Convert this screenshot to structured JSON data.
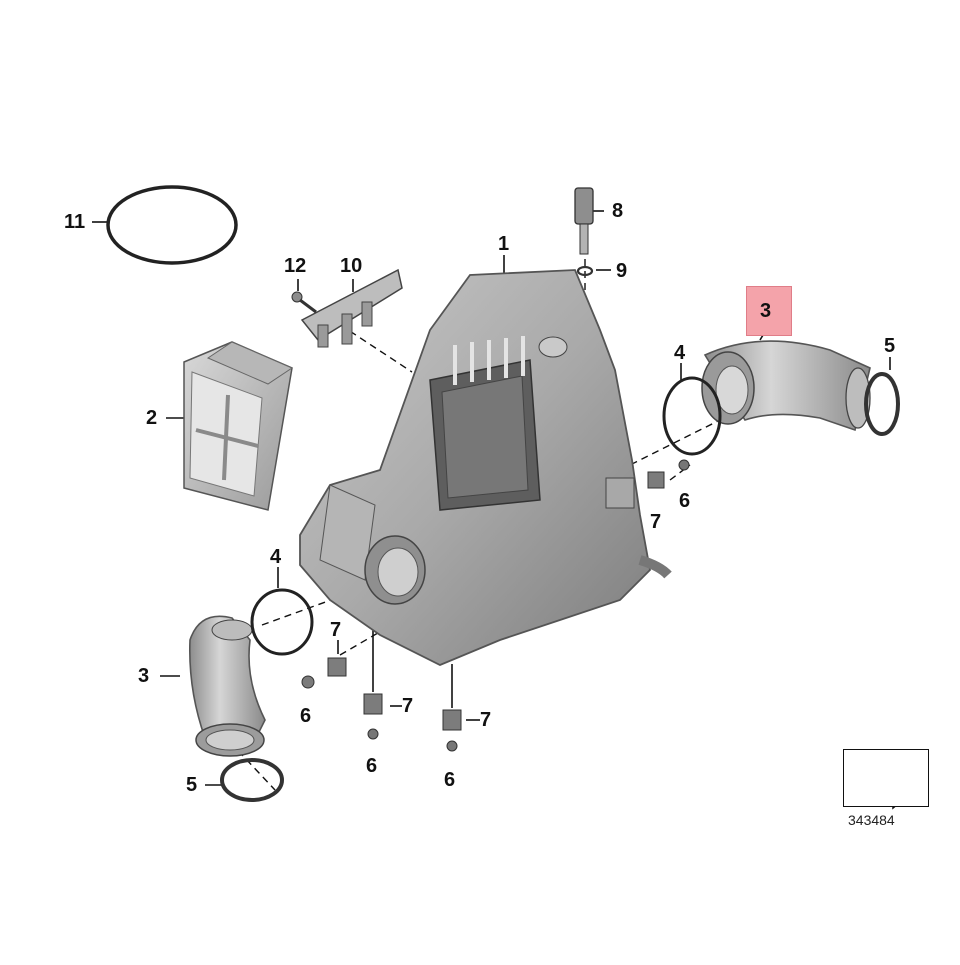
{
  "callouts": {
    "c1": "1",
    "c2": "2",
    "c3_upper": "3",
    "c3_lower": "3",
    "c4_right": "4",
    "c4_left": "4",
    "c5_right": "5",
    "c5_left": "5",
    "c6_a": "6",
    "c6_b": "6",
    "c6_c": "6",
    "c6_d": "6",
    "c7_a": "7",
    "c7_b": "7",
    "c7_c": "7",
    "c7_d": "7",
    "c8": "8",
    "c9": "9",
    "c10": "10",
    "c11": "11",
    "c12": "12"
  },
  "reference_number": "343484",
  "highlight_color": "#f4a3aa",
  "icons": {
    "orientation": "arrow-icon"
  }
}
